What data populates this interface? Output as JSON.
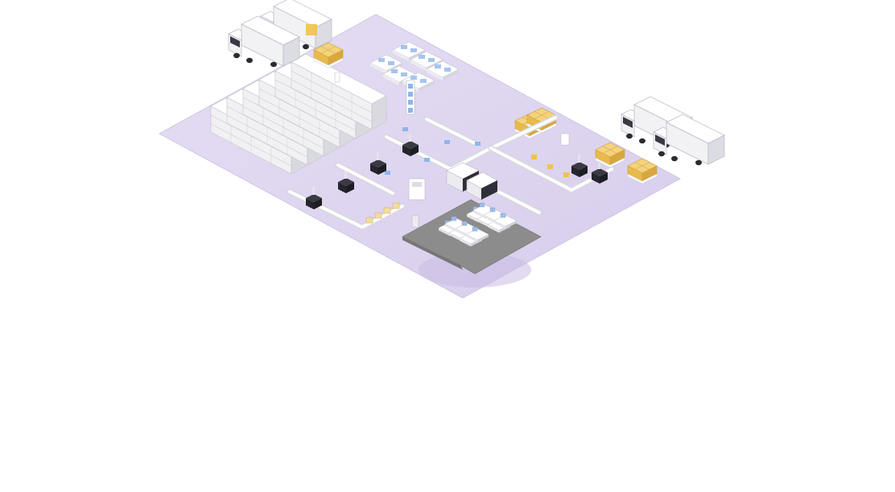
{
  "colors": {
    "background": "#ffffff",
    "floor": "#ddd5ef",
    "floor_shadow": "#cdc1e6",
    "office_floor": "#8f8f8f",
    "white_object": "#ffffff",
    "object_side": "#e6e6ea",
    "object_dark_side": "#cfcfd6",
    "outline": "#b9b9c4",
    "accent_yellow": "#f1c24a",
    "accent_blue": "#8fb6ea",
    "machine_dark": "#2c2c33"
  },
  "scene": {
    "trucks": 4,
    "shelving_racks": 10,
    "pallets": 5,
    "robot_cells": 4,
    "office_desk_clusters": 2
  }
}
